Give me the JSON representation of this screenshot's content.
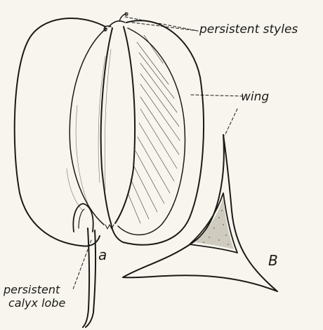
{
  "figure": {
    "labels": {
      "persistent_styles": "persistent styles",
      "wing": "wing",
      "persistent_calyx_line1": "persistent",
      "persistent_calyx_line2": "calyx lobe",
      "panel_a": "a",
      "panel_b": "B"
    },
    "colors": {
      "ink": "#1b1a17",
      "paper": "#f7f5ee"
    }
  }
}
